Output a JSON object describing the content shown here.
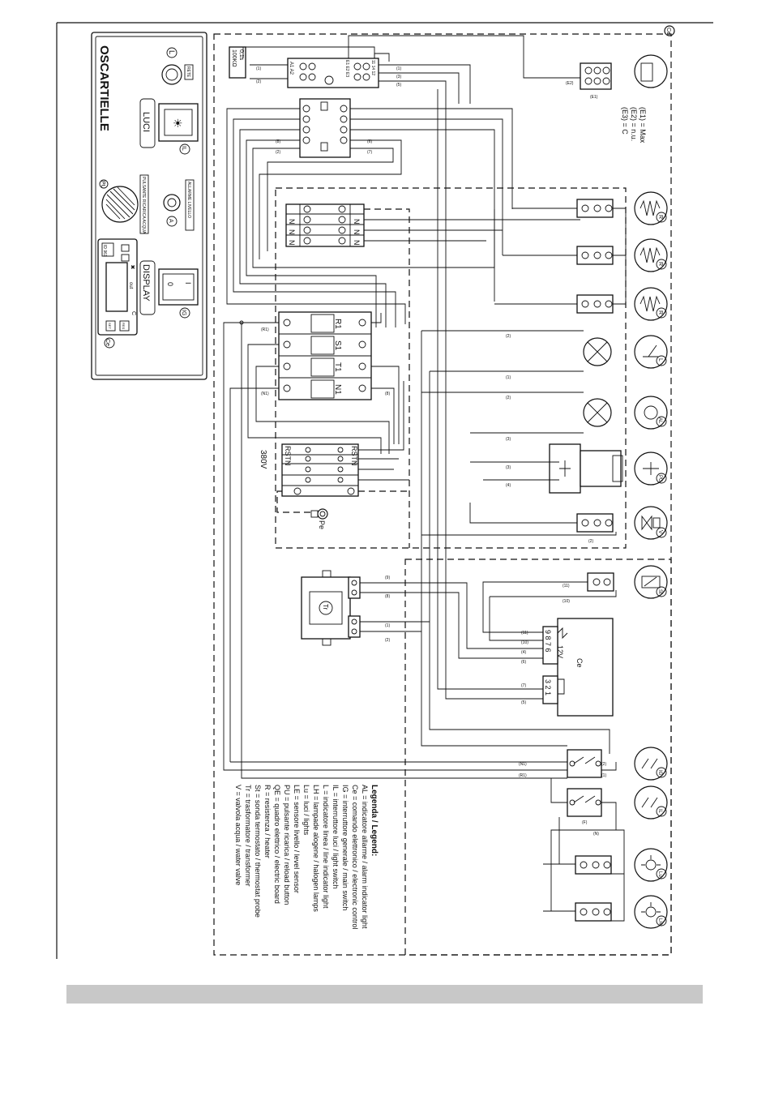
{
  "panel": {
    "brand": "OSCARTIELLE",
    "luci_label": "LUCI",
    "display_label": "DISPLAY",
    "knob_l": "L",
    "knob_a": "A",
    "key_il": "IL",
    "key_ig": "IG",
    "pu_label": "PU",
    "ce_label": "Ce",
    "rete_label": "RETE",
    "pulsante_label": "PULSANTE RICARICA ACQUA",
    "allarme_label": "ALLARME LIVELLO",
    "switch_0": "0",
    "switch_1": "I",
    "display_out": "out",
    "display_c": "C",
    "display_set": "SET",
    "display_res": "RES",
    "display_model": "ID 961"
  },
  "top": {
    "relay_value": "100KΩ",
    "relay_time": "0,1s",
    "a1a2": "A1 A2",
    "e_terms": "E1 E2 E3",
    "sw_terms": "11 14 12",
    "w1": "(1)",
    "w2": "(2)",
    "w3": "(3)",
    "w5": "(5)",
    "w6": "(6)",
    "w7": "(7)",
    "w8": "(8)",
    "e2_lbl": "(E2)",
    "e1_lbl": "(E1)",
    "e1_max": "(E1) = Max",
    "e2_nu": "(E2) = n.u.",
    "e3_c": "(E3) = C",
    "corner": "Ce"
  },
  "terminals": {
    "n": "N",
    "r1": "R1",
    "s1": "S1",
    "t1": "T1",
    "n1": "N1",
    "r1w": "(R1)",
    "n1w": "(N1)",
    "r": "R",
    "s": "S",
    "t": "T",
    "voltage": "380V",
    "pe": "Pe"
  },
  "right_components": {
    "r": "R",
    "l": "L",
    "a": "AL",
    "pu": "PU",
    "v": "V",
    "s": "St",
    "ig": "IG",
    "il": "IL",
    "lu": "Lu",
    "lh": "LH",
    "l_wire": "(1)",
    "l_wire2": "(2)",
    "al_wire": "(2)",
    "al_wire2": "(3)",
    "pu_wire": "(3)",
    "pu_wire2": "(4)",
    "v_wire": "(2)",
    "s_wire": "(11)",
    "s_wire2": "(10)"
  },
  "controller": {
    "tr": "Tr",
    "voltage": "12V",
    "ce": "Ce",
    "pins_top": "9 8 7 6",
    "pins_bottom": "3 2 1",
    "w9": "(9)",
    "w8": "(8)",
    "w1": "(1)",
    "w2": "(2)",
    "w11": "(11)",
    "w10": "(10)",
    "w4": "(4)",
    "w6": "(6)",
    "w7": "(7)",
    "w5": "(5)",
    "n1": "(N1)",
    "r1": "(R1)",
    "n": "(N)",
    "f": "(F)"
  },
  "legend": {
    "title": "Legenda / Legend:",
    "items": [
      "AL = indicatore allarme / alarm indicator light",
      "Ce = comando elettronico / electronic control",
      "IG = interruttore generale / main switch",
      "IL = interruttore luci / light switch",
      "L = indicatore linea / line indicator light",
      "LH = lampade alogene / halogen lamps",
      "Lu = luci / lights",
      "LE = sensore livello / level sensor",
      "PU = pulsante ricarica / reload button",
      "QE = quadro elettrico / electric board",
      "R = resistenza / heater",
      "St = sonda termostato / thermostat probe",
      "Tr = trasformatore / transformer",
      "V = valvola acqua / water valve"
    ]
  }
}
